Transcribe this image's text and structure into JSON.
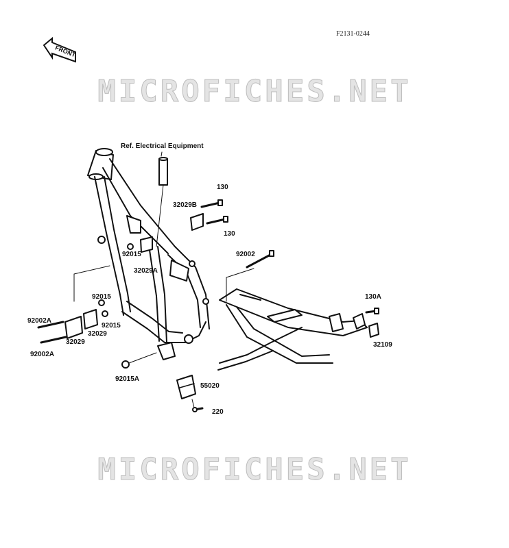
{
  "diagram": {
    "code": "F2131-0244",
    "front_label": "FRONT",
    "watermark_text": "MICROFICHES.NET",
    "reference_note": "Ref. Electrical Equipment",
    "parts": {
      "p130_upper": "130",
      "p130_lower": "130",
      "p32029b": "32029B",
      "p92015_mid": "92015",
      "p32029a": "32029A",
      "p92002": "92002",
      "p92015_a": "92015",
      "p92015_b": "92015",
      "p92002a_upper": "92002A",
      "p92002a_lower": "92002A",
      "p32029_left": "32029",
      "p32029_right": "32029",
      "p130a": "130A",
      "p32109": "32109",
      "p92015a": "92015A",
      "p55020": "55020",
      "p220": "220"
    }
  }
}
